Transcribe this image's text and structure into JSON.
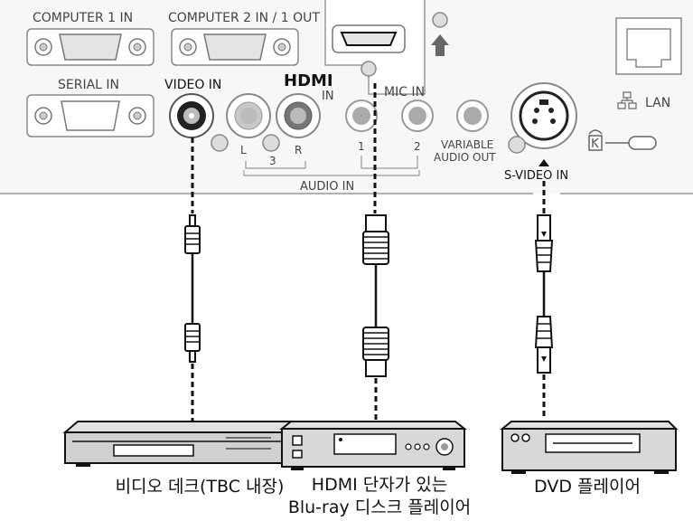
{
  "panel": {
    "computer1_in": "COMPUTER 1 IN",
    "computer2_in_out": "COMPUTER 2 IN / 1 OUT",
    "serial_in": "SERIAL IN",
    "video_in": "VIDEO IN",
    "hdmi_logo": "HDMI",
    "hdmi_in": "IN",
    "mic_in": "MIC IN",
    "lan": "LAN",
    "audio_l": "L",
    "audio_r": "R",
    "audio_3": "3",
    "audio_1": "1",
    "audio_2": "2",
    "variable": "VARIABLE",
    "audio_out": "AUDIO OUT",
    "audio_in": "AUDIO IN",
    "svideo_in": "S-VIDEO IN"
  },
  "devices": {
    "vcr_caption": "비디오 데크(TBC 내장)",
    "bluray_caption_1": "HDMI 단자가 있는",
    "bluray_caption_2": "Blu-ray 디스크 플레이어",
    "dvd_caption": "DVD 플레이어"
  },
  "colors": {
    "panel_line": "#999999",
    "connector_fill": "#d8d8d8",
    "cable": "#111111"
  }
}
